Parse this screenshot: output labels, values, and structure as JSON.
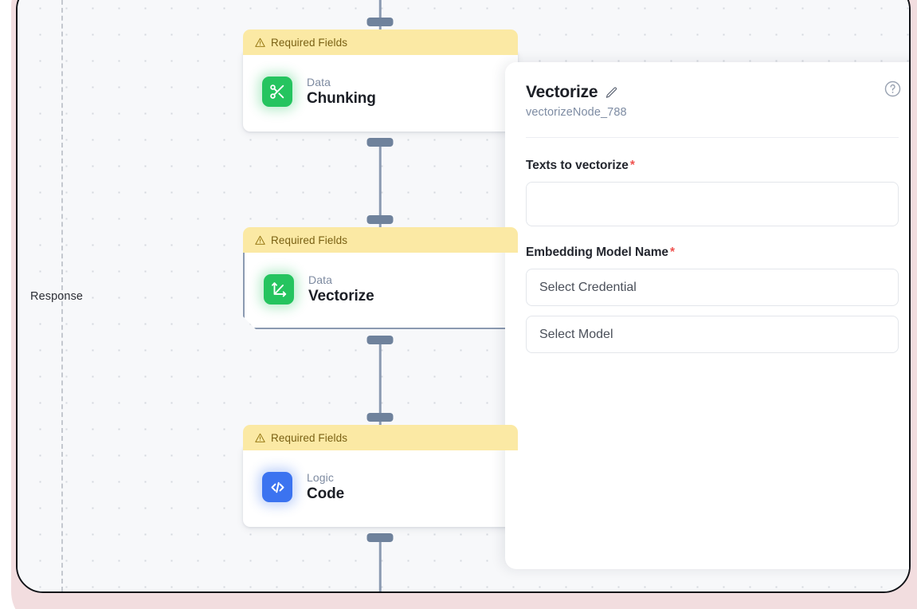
{
  "canvas": {
    "response_label": "Response",
    "grid": "dot-grid",
    "nodes": [
      {
        "banner": "Required Fields",
        "banner_icon": "warning-triangle-icon",
        "category": "Data",
        "title": "Chunking",
        "icon": "scissors-icon",
        "icon_color": "#25c45f",
        "selected": false
      },
      {
        "banner": "Required Fields",
        "banner_icon": "warning-triangle-icon",
        "category": "Data",
        "title": "Vectorize",
        "icon": "vector-axes-icon",
        "icon_color": "#25c45f",
        "selected": true
      },
      {
        "banner": "Required Fields",
        "banner_icon": "warning-triangle-icon",
        "category": "Logic",
        "title": "Code",
        "icon": "code-brackets-icon",
        "icon_color": "#3b73f0",
        "selected": false
      }
    ]
  },
  "panel": {
    "title": "Vectorize",
    "edit_icon": "pencil-icon",
    "subtitle": "vectorizeNode_788",
    "help_icon": "help-circle-icon",
    "fields": [
      {
        "label": "Texts to vectorize",
        "required_marker": "*",
        "type": "textarea",
        "value": ""
      },
      {
        "label": "Embedding Model Name",
        "required_marker": "*",
        "type": "group",
        "selects": [
          {
            "value": "Select Credential"
          },
          {
            "value": "Select Model"
          }
        ]
      }
    ]
  },
  "colors": {
    "banner_bg": "#fbe9a4",
    "banner_text": "#7a6114",
    "required_star": "#ef5350",
    "edge": "#8b9ab1",
    "handle": "#6f829c",
    "frame": "#111318",
    "glow": "#f0d7d9"
  }
}
